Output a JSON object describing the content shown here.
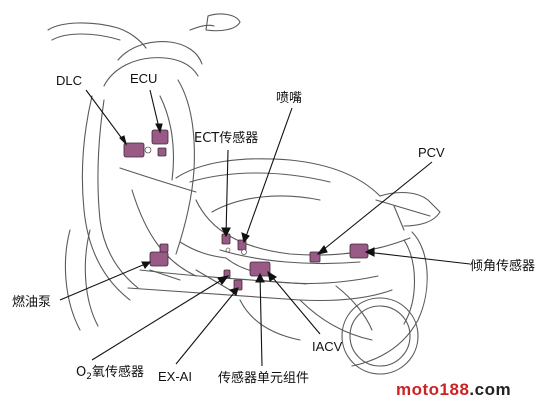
{
  "labels": {
    "dlc": "DLC",
    "ecu": "ECU",
    "ect_sensor": "ECT传感器",
    "injector": "喷嘴",
    "pcv": "PCV",
    "tilt_sensor": "倾角传感器",
    "fuel_pump": "燃油泵",
    "o2_prefix": "O",
    "o2_sub": "2",
    "o2_suffix": "氧传感器",
    "ex_ai": "EX-AI",
    "sensor_unit": "传感器单元组件",
    "iacv": "IACV"
  },
  "watermark": {
    "main": "moto188",
    "tld": ".com"
  },
  "colors": {
    "outline": "#555555",
    "component_fill": "#9a5a86",
    "leader_line": "#111111",
    "watermark_red": "#cc2222"
  }
}
